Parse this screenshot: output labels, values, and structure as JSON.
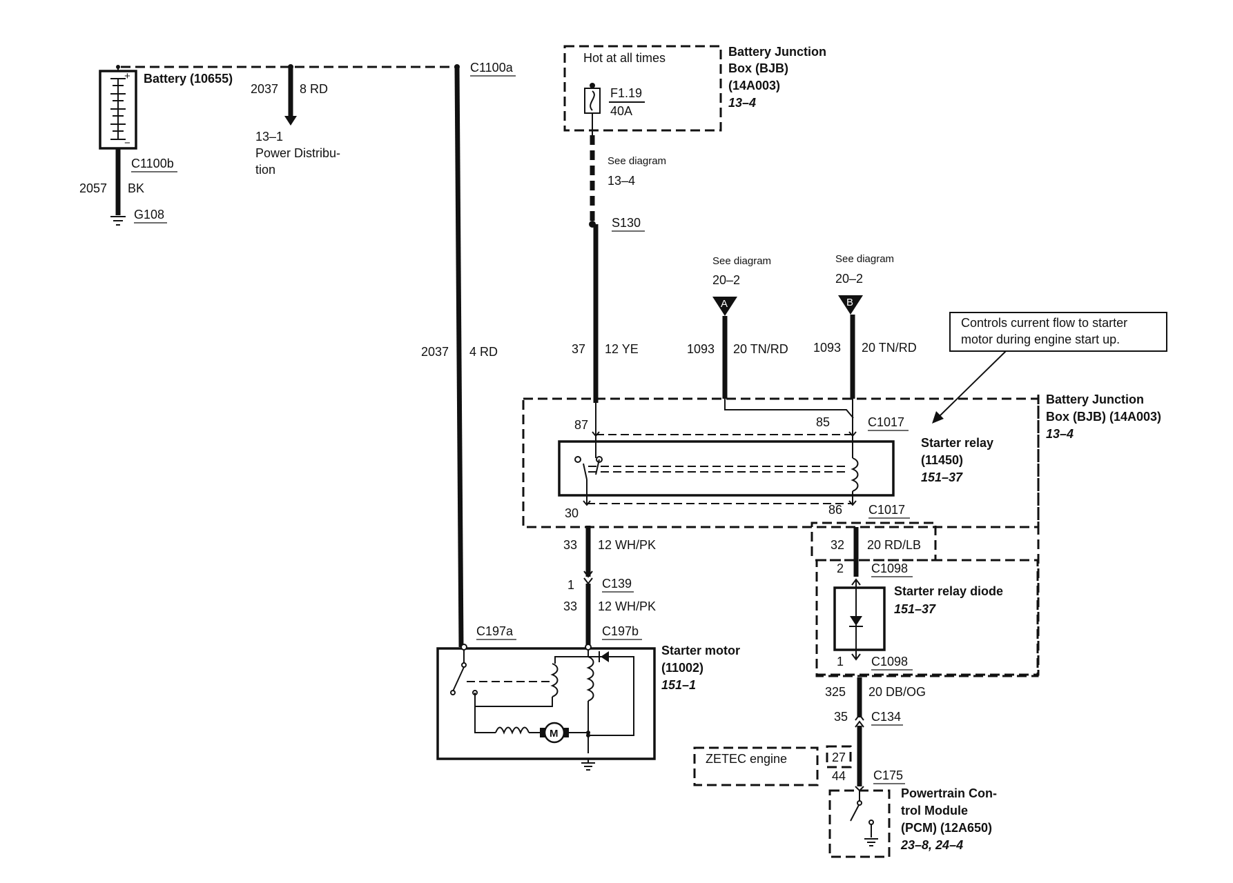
{
  "battery": {
    "name": "Battery (10655)",
    "conn_top": "C1100a",
    "conn_bottom": "C1100b",
    "ground_circuit": "2057",
    "ground_color": "BK",
    "ground": "G108"
  },
  "power_branch": {
    "circuit": "2037",
    "color": "8 RD",
    "ref": "13–1",
    "ref_desc_1": "Power Distribu-",
    "ref_desc_2": "tion"
  },
  "bjb_top": {
    "note": "Hot at all times",
    "fuse": "F1.19",
    "fuse_rating": "40A",
    "name_1": "Battery Junction",
    "name_2": "Box (BJB)",
    "name_3": "(14A003)",
    "ref": "13–4"
  },
  "see_diagram_fuse": {
    "label": "See diagram",
    "ref": "13–4",
    "splice": "S130"
  },
  "wire_2037": {
    "circuit": "2037",
    "color": "4 RD"
  },
  "wire_37": {
    "circuit": "37",
    "color": "12 YE"
  },
  "connector_a": {
    "label": "See diagram",
    "ref": "20–2",
    "letter": "A",
    "circuit": "1093",
    "color": "20 TN/RD"
  },
  "connector_b": {
    "label": "See diagram",
    "ref": "20–2",
    "letter": "B",
    "circuit": "1093",
    "color": "20 TN/RD"
  },
  "callout": {
    "line_1": "Controls current flow  to starter",
    "line_2": "motor during engine start up."
  },
  "bjb_main": {
    "name_1": "Battery Junction",
    "name_2": "Box (BJB) (14A003)",
    "ref": "13–4"
  },
  "starter_relay": {
    "name_1": "Starter relay",
    "name_2": "(11450)",
    "ref": "151–37",
    "pin_87": "87",
    "pin_85": "85",
    "pin_30": "30",
    "pin_86": "86",
    "conn_85": "C1017",
    "conn_86": "C1017"
  },
  "wire_33_upper": {
    "circuit": "33",
    "color": "12 WH/PK"
  },
  "c139": {
    "pin": "1",
    "name": "C139"
  },
  "wire_33_lower": {
    "circuit": "33",
    "color": "12 WH/PK"
  },
  "wire_32": {
    "circuit": "32",
    "color": "20 RD/LB"
  },
  "diode": {
    "name": "Starter relay diode",
    "ref": "151–37",
    "pin_top": "2",
    "conn_top": "C1098",
    "pin_bottom": "1",
    "conn_bottom": "C1098"
  },
  "starter_motor": {
    "name_1": "Starter motor",
    "name_2": "(11002)",
    "ref": "151–1",
    "conn_a": "C197a",
    "conn_b": "C197b",
    "motor_symbol": "M"
  },
  "wire_325": {
    "circuit": "325",
    "color": "20 DB/OG"
  },
  "c134": {
    "pin": "35",
    "name": "C134"
  },
  "zetec": {
    "label": "ZETEC engine",
    "pin_zetec": "27",
    "pin_other": "44",
    "conn": "C175"
  },
  "pcm": {
    "name_1": "Powertrain Con-",
    "name_2": "trol Module",
    "name_3": "(PCM) (12A650)",
    "ref": "23–8, 24–4"
  }
}
